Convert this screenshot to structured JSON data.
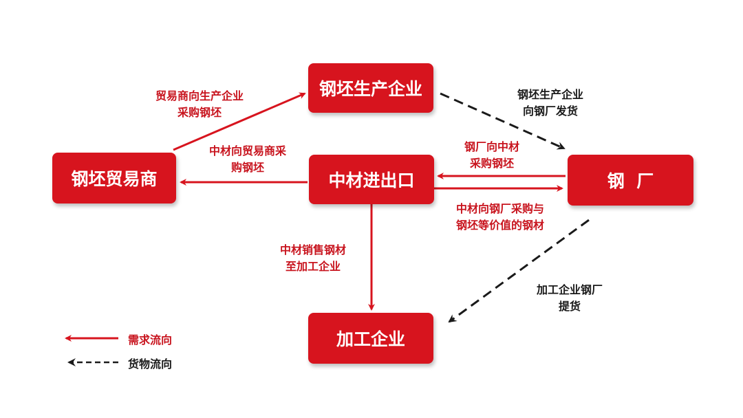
{
  "nodes": {
    "billet_producer": "钢坯生产企业",
    "billet_trader": "钢坯贸易商",
    "zhongcai": "中材进出口",
    "steel_mill": "钢  厂",
    "processing": "加工企业"
  },
  "labels": {
    "trader_to_producer": [
      "贸易商向生产企业",
      "采购钢坯"
    ],
    "zhongcai_to_trader": [
      "中材向贸易商采",
      "购钢坯"
    ],
    "mill_to_zhongcai": [
      "钢厂向中材",
      "采购钢坯"
    ],
    "zhongcai_to_mill": [
      "中材向钢厂采购与",
      "钢坯等价值的钢材"
    ],
    "zhongcai_to_processing": [
      "中材销售钢材",
      "至加工企业"
    ],
    "producer_to_mill": [
      "钢坯生产企业",
      "向钢厂发货"
    ],
    "mill_to_processing": [
      "加工企业钢厂",
      "提货"
    ]
  },
  "legend": {
    "demand": "需求流向",
    "goods": "货物流向"
  },
  "colors": {
    "demand": "#d7141e",
    "goods": "#1a1a1a"
  }
}
